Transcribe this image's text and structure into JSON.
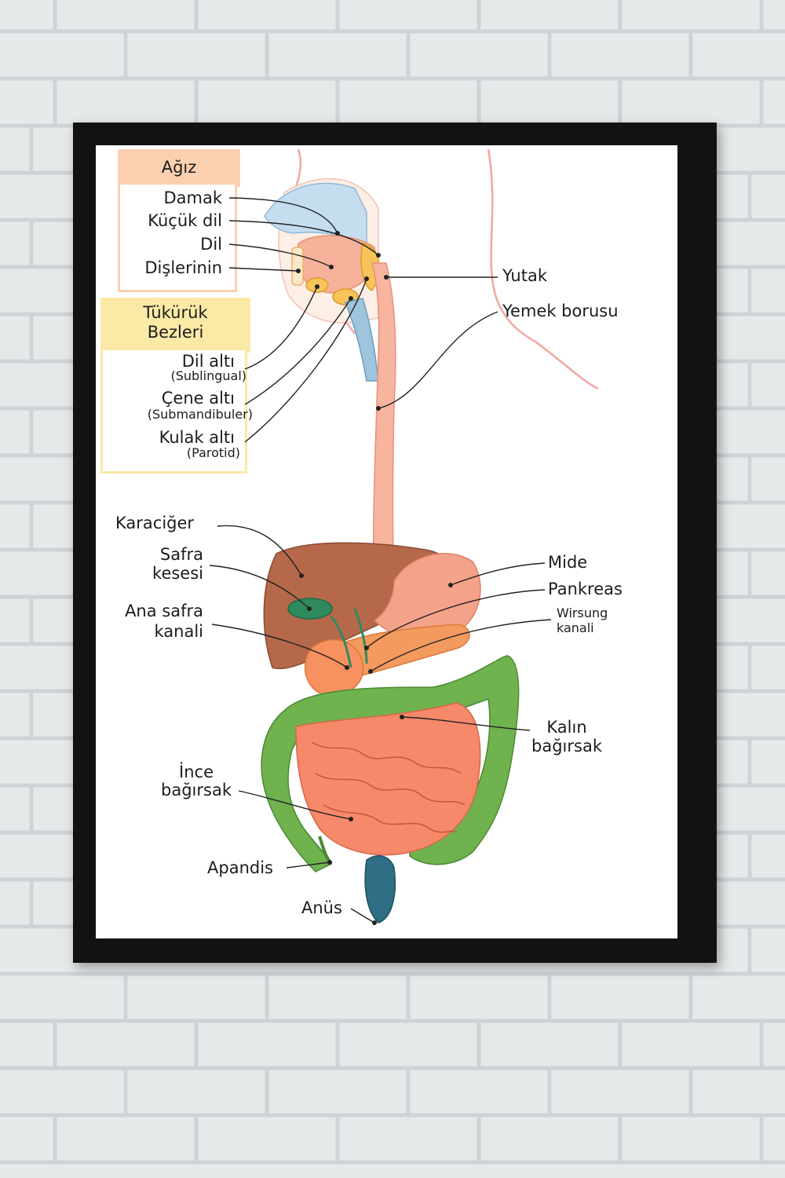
{
  "mouth_group": {
    "title": "Ağız",
    "damak": "Damak",
    "kucuk_dil": "Küçük dil",
    "dil": "Dil",
    "dislerinin": "Dişlerinin"
  },
  "salivary_group": {
    "title_line1": "Tükürük",
    "title_line2": "Bezleri",
    "dil_alti": "Dil altı",
    "sublingual": "(Sublingual)",
    "cene_alti": "Çene altı",
    "submandibuler": "(Submandibuler)",
    "kulak_alti": "Kulak altı",
    "parotid": "(Parotid)"
  },
  "labels": {
    "yutak": "Yutak",
    "yemek_borusu": "Yemek borusu",
    "karaciger": "Karaciğer",
    "safra_line1": "Safra",
    "safra_line2": "kesesi",
    "ana_safra_line1": "Ana safra",
    "ana_safra_line2": "kanali",
    "mide": "Mide",
    "pankreas": "Pankreas",
    "wirsung_line1": "Wirsung",
    "wirsung_line2": "kanali",
    "kalin_line1": "Kalın",
    "kalin_line2": "bağırsak",
    "ince_line1": "İnce",
    "ince_line2": "bağırsak",
    "apandis": "Apandis",
    "anus": "Anüs"
  },
  "colors": {
    "frame": "#121212",
    "liver": "#b5694a",
    "stomach": "#f4a38a",
    "pancreas": "#f39a5e",
    "small_intestine": "#f6896a",
    "large_intestine": "#6fb24e",
    "esophagus": "#f7b49e",
    "gallbladder": "#2f8a5e",
    "rectum": "#2f6e84"
  }
}
